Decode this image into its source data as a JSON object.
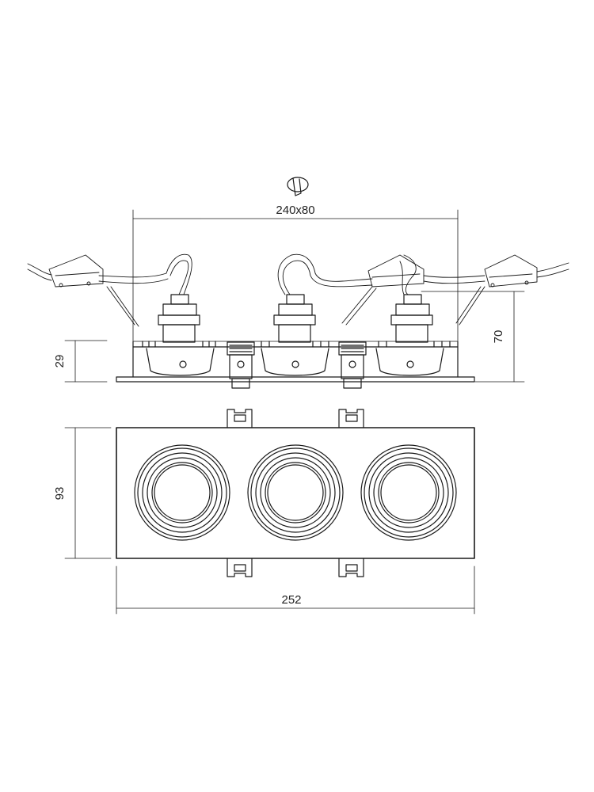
{
  "drawing": {
    "cutout_label": "240x80",
    "height_small_label": "29",
    "height_large_label": "70",
    "frame_height_label": "93",
    "frame_width_label": "252",
    "cutout_icon": "cutout-symbol-icon",
    "line_color": "#1a1a1a"
  }
}
